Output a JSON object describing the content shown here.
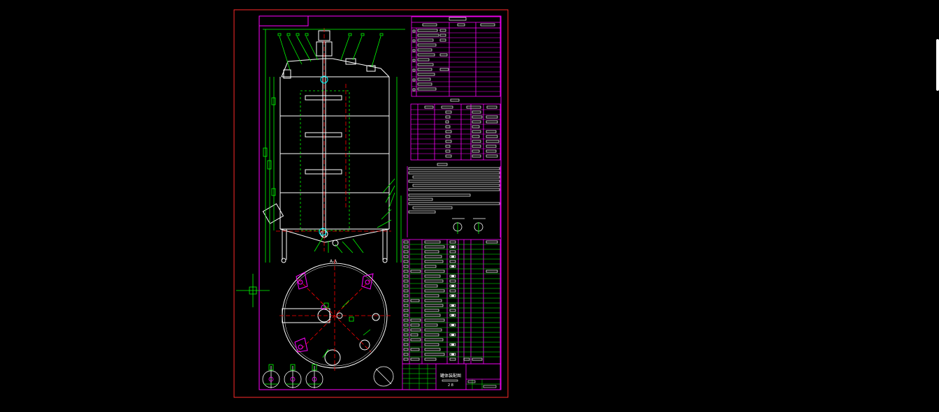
{
  "drawing": {
    "title_block_label": "罐体装配图",
    "sheet_number": "2 8",
    "view_label": "A-A"
  },
  "colors": {
    "background": "#000000",
    "border": "#ff2a2a",
    "frame": "#ff00ff",
    "geometry": "#ffffff",
    "dimension": "#00ff00",
    "center_line": "#ff0000",
    "cursor": "#00ff00"
  },
  "icons": {
    "crosshair": "crosshair-cursor-icon",
    "scrollbar": "scrollbar-thumb"
  }
}
